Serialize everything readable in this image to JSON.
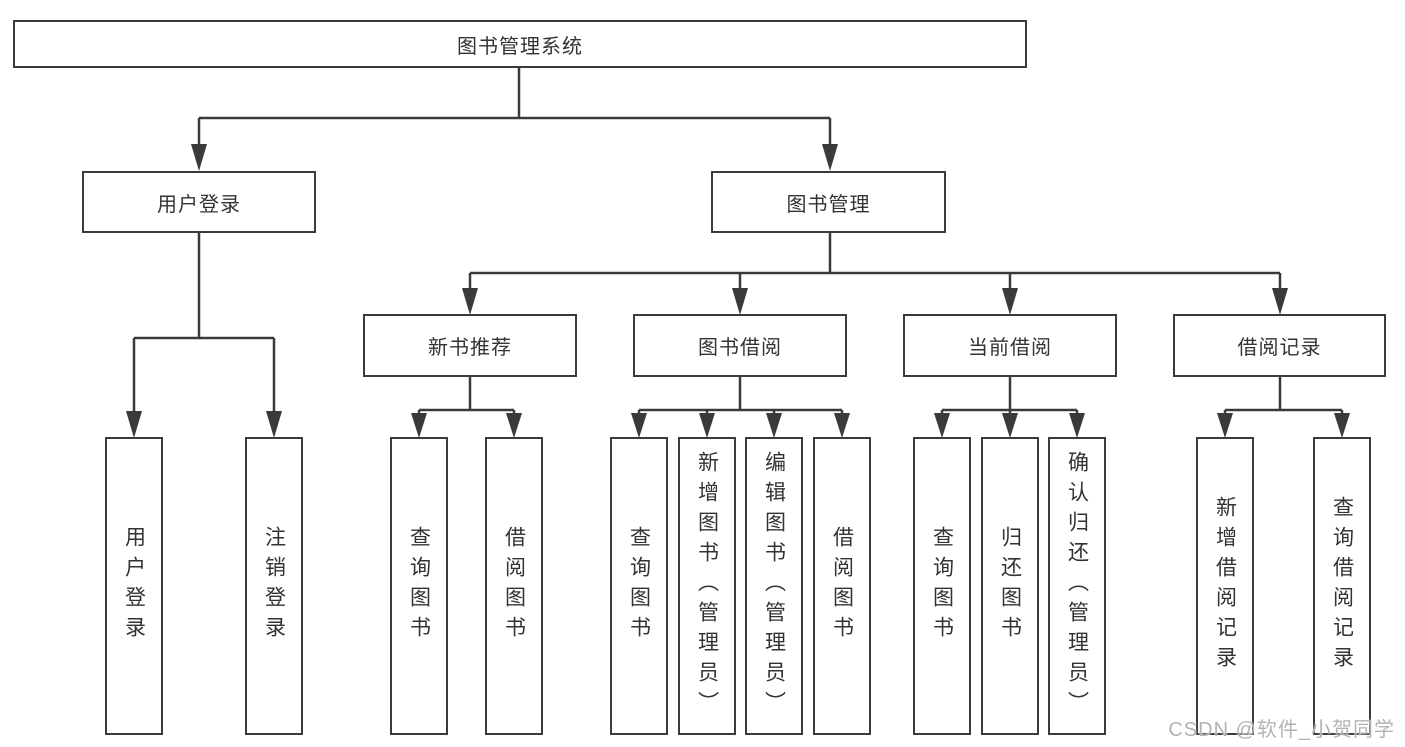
{
  "diagram": {
    "nodes": {
      "root": "图书管理系统",
      "user_login": "用户登录",
      "book_mgmt": "图书管理",
      "new_book_rec": "新书推荐",
      "book_borrow": "图书借阅",
      "current_borrow": "当前借阅",
      "borrow_record": "借阅记录",
      "ul_user_login": "用户登录",
      "ul_logout": "注销登录",
      "nbr_query_book": "查询图书",
      "nbr_borrow_book": "借阅图书",
      "bb_query_book": "查询图书",
      "bb_add_book": "新增图书（管理员）",
      "bb_edit_book": "编辑图书（管理员）",
      "bb_borrow_book": "借阅图书",
      "cb_query_book": "查询图书",
      "cb_return_book": "归还图书",
      "cb_confirm_return": "确认归还（管理员）",
      "br_add_record": "新增借阅记录",
      "br_query_record": "查询借阅记录"
    },
    "colors": {
      "line": "#3a3a3a",
      "box_border": "#3b3b3b",
      "text": "#333333",
      "background": "#ffffff",
      "watermark": "#b3b3b3"
    }
  },
  "watermark": {
    "text": "CSDN @软件_小贺同学"
  }
}
